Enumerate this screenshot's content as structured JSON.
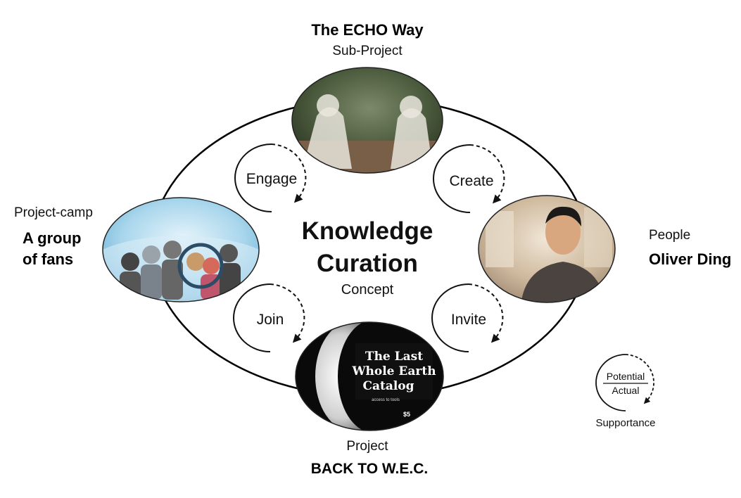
{
  "top": {
    "title": "The ECHO Way",
    "subtitle": "Sub-Project"
  },
  "left": {
    "subtitle": "Project-camp",
    "title_line1": "A group",
    "title_line2": "of fans"
  },
  "right": {
    "subtitle": "People",
    "title": "Oliver Ding"
  },
  "bottom": {
    "subtitle": "Project",
    "title": "BACK TO W.E.C."
  },
  "center": {
    "title_line1": "Knowledge",
    "title_line2": "Curation",
    "subtitle": "Concept"
  },
  "cycles": {
    "engage": "Engage",
    "create": "Create",
    "join": "Join",
    "invite": "Invite"
  },
  "legend": {
    "numerator": "Potential",
    "denominator": "Actual",
    "caption": "Supportance"
  },
  "catalog": {
    "line1": "The Last",
    "line2": "Whole Earth",
    "line3": "Catalog",
    "tagline": "access to tools",
    "price": "$5"
  }
}
